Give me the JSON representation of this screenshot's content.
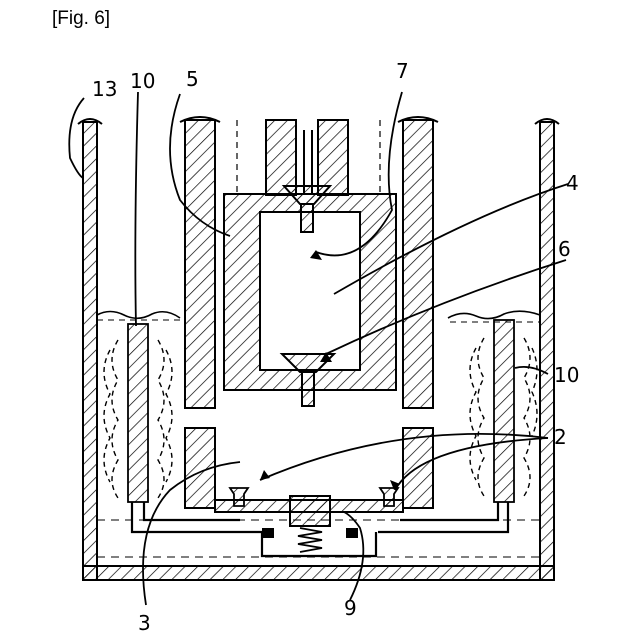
{
  "figure": {
    "caption": "[Fig. 6]",
    "labels": {
      "l13": "13",
      "l10_left": "10",
      "l5": "5",
      "l7": "7",
      "l4": "4",
      "l6": "6",
      "l10_right": "10",
      "l2": "2",
      "l3": "3",
      "l9": "9"
    }
  }
}
